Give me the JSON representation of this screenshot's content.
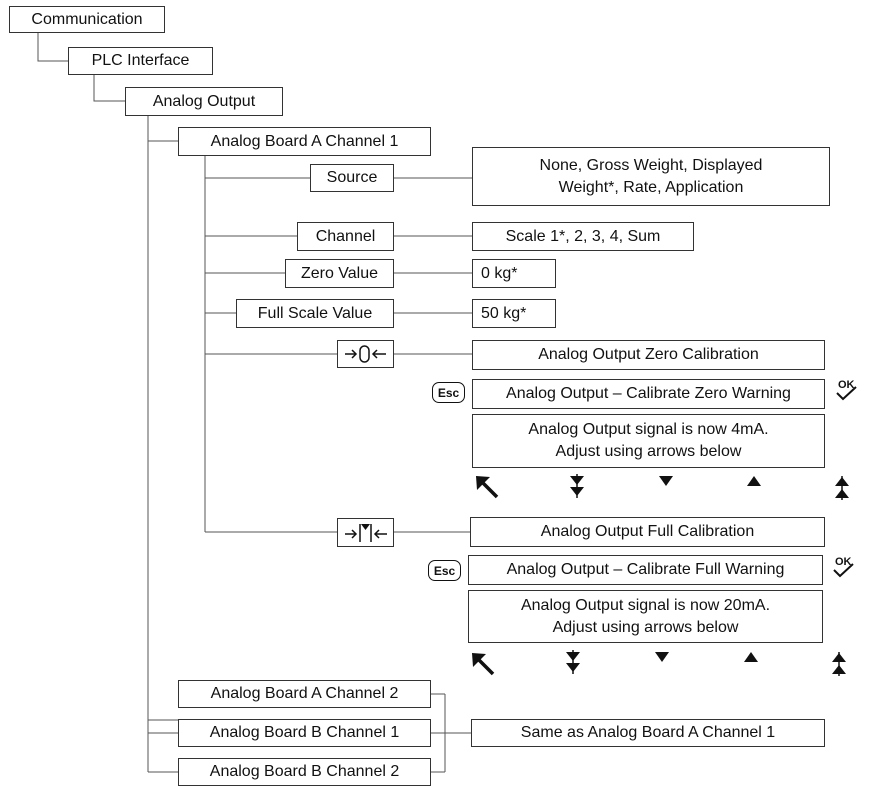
{
  "nodes": {
    "communication": "Communication",
    "plc_interface": "PLC Interface",
    "analog_output": "Analog Output",
    "board_a_ch1": "Analog Board A Channel 1",
    "board_a_ch2": "Analog Board A Channel 2",
    "board_b_ch1": "Analog Board B Channel 1",
    "board_b_ch2": "Analog Board B Channel 2",
    "same_as": "Same as Analog Board A Channel 1"
  },
  "parameters": {
    "source_label": "Source",
    "source_options": "None, Gross Weight, Displayed\nWeight*, Rate, Application",
    "channel_label": "Channel",
    "channel_options": "Scale 1*, 2, 3, 4, Sum",
    "zero_value_label": "Zero Value",
    "zero_value_default": "0 kg*",
    "full_scale_label": "Full Scale Value",
    "full_scale_default": "50 kg*"
  },
  "zero_calibration": {
    "icon": "zero-calibration-icon",
    "title": "Analog Output Zero Calibration",
    "esc_label": "Esc",
    "warning": "Analog Output – Calibrate Zero Warning",
    "ok_label": "OK",
    "message": "Analog Output signal is now 4mA.\nAdjust using arrows below"
  },
  "full_calibration": {
    "icon": "span-calibration-icon",
    "title": "Analog Output Full Calibration",
    "esc_label": "Esc",
    "warning": "Analog Output – Calibrate Full Warning",
    "ok_label": "OK",
    "message": "Analog Output signal is now 20mA.\nAdjust using arrows below"
  },
  "adjust_arrows": [
    "exit-arrow-icon",
    "coarse-down-icon",
    "fine-down-icon",
    "fine-up-icon",
    "coarse-up-icon"
  ]
}
